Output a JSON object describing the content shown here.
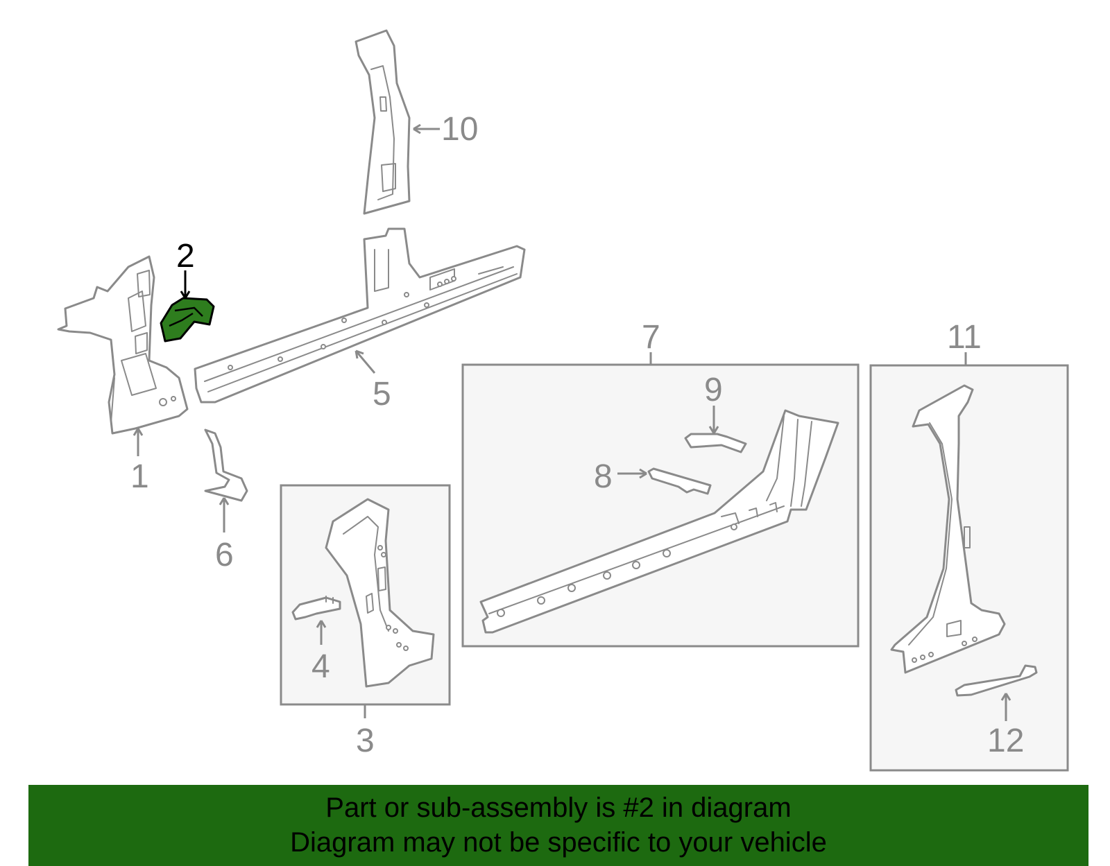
{
  "diagram": {
    "callouts": {
      "c1": "1",
      "c2": "2",
      "c3": "3",
      "c4": "4",
      "c5": "5",
      "c6": "6",
      "c7": "7",
      "c8": "8",
      "c9": "9",
      "c10": "10",
      "c11": "11",
      "c12": "12"
    },
    "highlighted_part": "2",
    "colors": {
      "highlight": "#2e7d1e",
      "line": "#8a8a8a",
      "banner": "#1d6a10",
      "box_fill": "#f6f6f6"
    }
  },
  "banner": {
    "line1": "Part or sub-assembly is #2 in diagram",
    "line2": "Diagram may not be specific to your vehicle"
  }
}
